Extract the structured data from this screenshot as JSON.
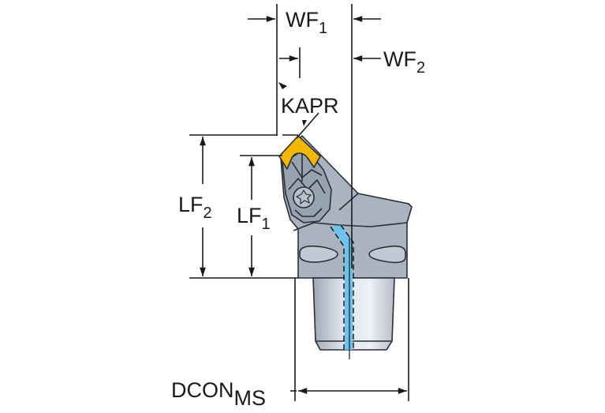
{
  "diagram": {
    "type": "technical-dimension-drawing",
    "subject": "Coromant Capto style turning tool clamping unit with insert",
    "colors": {
      "insert": "#f2b705",
      "body": "#a9b4c0",
      "body_dark": "#8e9aa7",
      "shank_light": "#dde2ea",
      "shank_dark": "#aab3bf",
      "coolant": "#6cc3ec",
      "line": "#1a1a1a"
    },
    "labels": {
      "wf1": {
        "main": "WF",
        "sub": "1"
      },
      "wf2": {
        "main": "WF",
        "sub": "2"
      },
      "kapr": {
        "main": "KAPR"
      },
      "lf1": {
        "main": "LF",
        "sub": "1"
      },
      "lf2": {
        "main": "LF",
        "sub": "2"
      },
      "dcon": {
        "main": "DCON",
        "sub": "MS"
      }
    }
  }
}
